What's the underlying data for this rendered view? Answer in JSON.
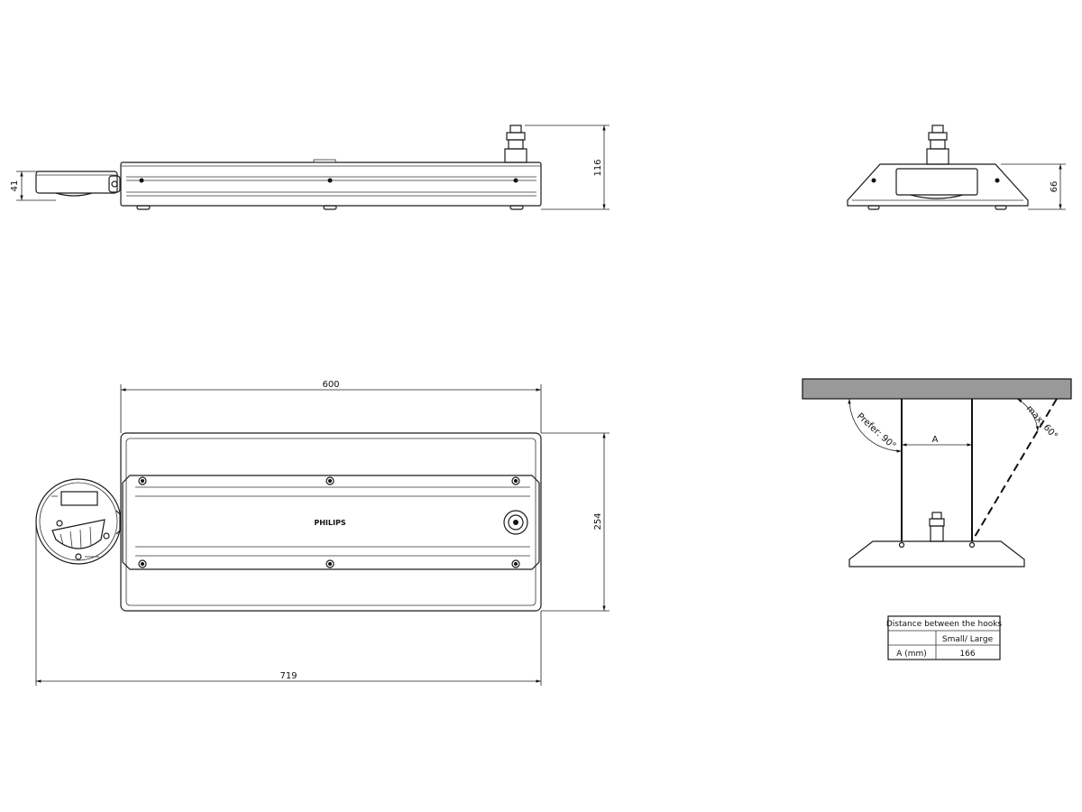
{
  "dimensions": {
    "side_sensor_height": "41",
    "side_total_height": "116",
    "front_height": "66",
    "top_width": "600",
    "top_depth": "254",
    "overall_length": "719"
  },
  "top_view": {
    "logo": "PHILIPS"
  },
  "mounting": {
    "prefer_angle": "Prefer: 90°",
    "max_angle": "max. 60°",
    "distance_label": "A"
  },
  "hook_table": {
    "title": "Distance between the hooks",
    "column_header": "Small/ Large",
    "row_label": "A (mm)",
    "row_value": "166"
  }
}
